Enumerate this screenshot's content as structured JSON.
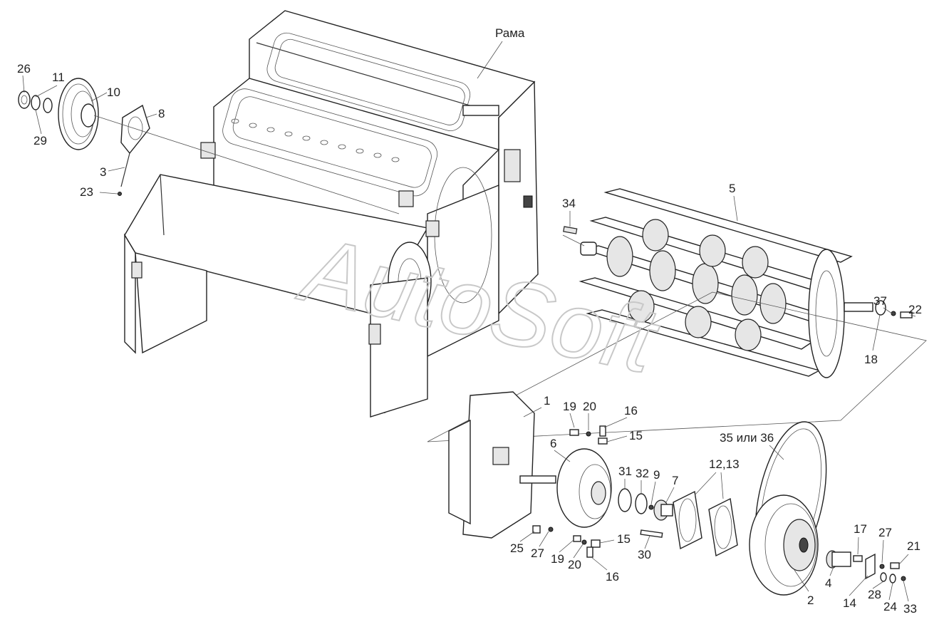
{
  "watermark": "AutoSoft",
  "labels": [
    {
      "id": "frame",
      "text": "Рама"
    },
    {
      "id": "p26",
      "text": "26"
    },
    {
      "id": "p11",
      "text": "11"
    },
    {
      "id": "p10",
      "text": "10"
    },
    {
      "id": "p8",
      "text": "8"
    },
    {
      "id": "p29",
      "text": "29"
    },
    {
      "id": "p3",
      "text": "3"
    },
    {
      "id": "p23",
      "text": "23"
    },
    {
      "id": "p5",
      "text": "5"
    },
    {
      "id": "p34",
      "text": "34"
    },
    {
      "id": "p37",
      "text": "37"
    },
    {
      "id": "p22",
      "text": "22"
    },
    {
      "id": "p18",
      "text": "18"
    },
    {
      "id": "p1",
      "text": "1"
    },
    {
      "id": "p19a",
      "text": "19"
    },
    {
      "id": "p20a",
      "text": "20"
    },
    {
      "id": "p16a",
      "text": "16"
    },
    {
      "id": "p15a",
      "text": "15"
    },
    {
      "id": "p35",
      "text": "35 или 36"
    },
    {
      "id": "p6",
      "text": "6"
    },
    {
      "id": "p31",
      "text": "31"
    },
    {
      "id": "p32",
      "text": "32"
    },
    {
      "id": "p9",
      "text": "9"
    },
    {
      "id": "p7",
      "text": "7"
    },
    {
      "id": "p12",
      "text": "12,13"
    },
    {
      "id": "p25",
      "text": "25"
    },
    {
      "id": "p27a",
      "text": "27"
    },
    {
      "id": "p19b",
      "text": "19"
    },
    {
      "id": "p20b",
      "text": "20"
    },
    {
      "id": "p15b",
      "text": "15"
    },
    {
      "id": "p30",
      "text": "30"
    },
    {
      "id": "p16b",
      "text": "16"
    },
    {
      "id": "p17",
      "text": "17"
    },
    {
      "id": "p27b",
      "text": "27"
    },
    {
      "id": "p21",
      "text": "21"
    },
    {
      "id": "p2",
      "text": "2"
    },
    {
      "id": "p4",
      "text": "4"
    },
    {
      "id": "p14",
      "text": "14"
    },
    {
      "id": "p28",
      "text": "28"
    },
    {
      "id": "p24",
      "text": "24"
    },
    {
      "id": "p33",
      "text": "33"
    }
  ]
}
